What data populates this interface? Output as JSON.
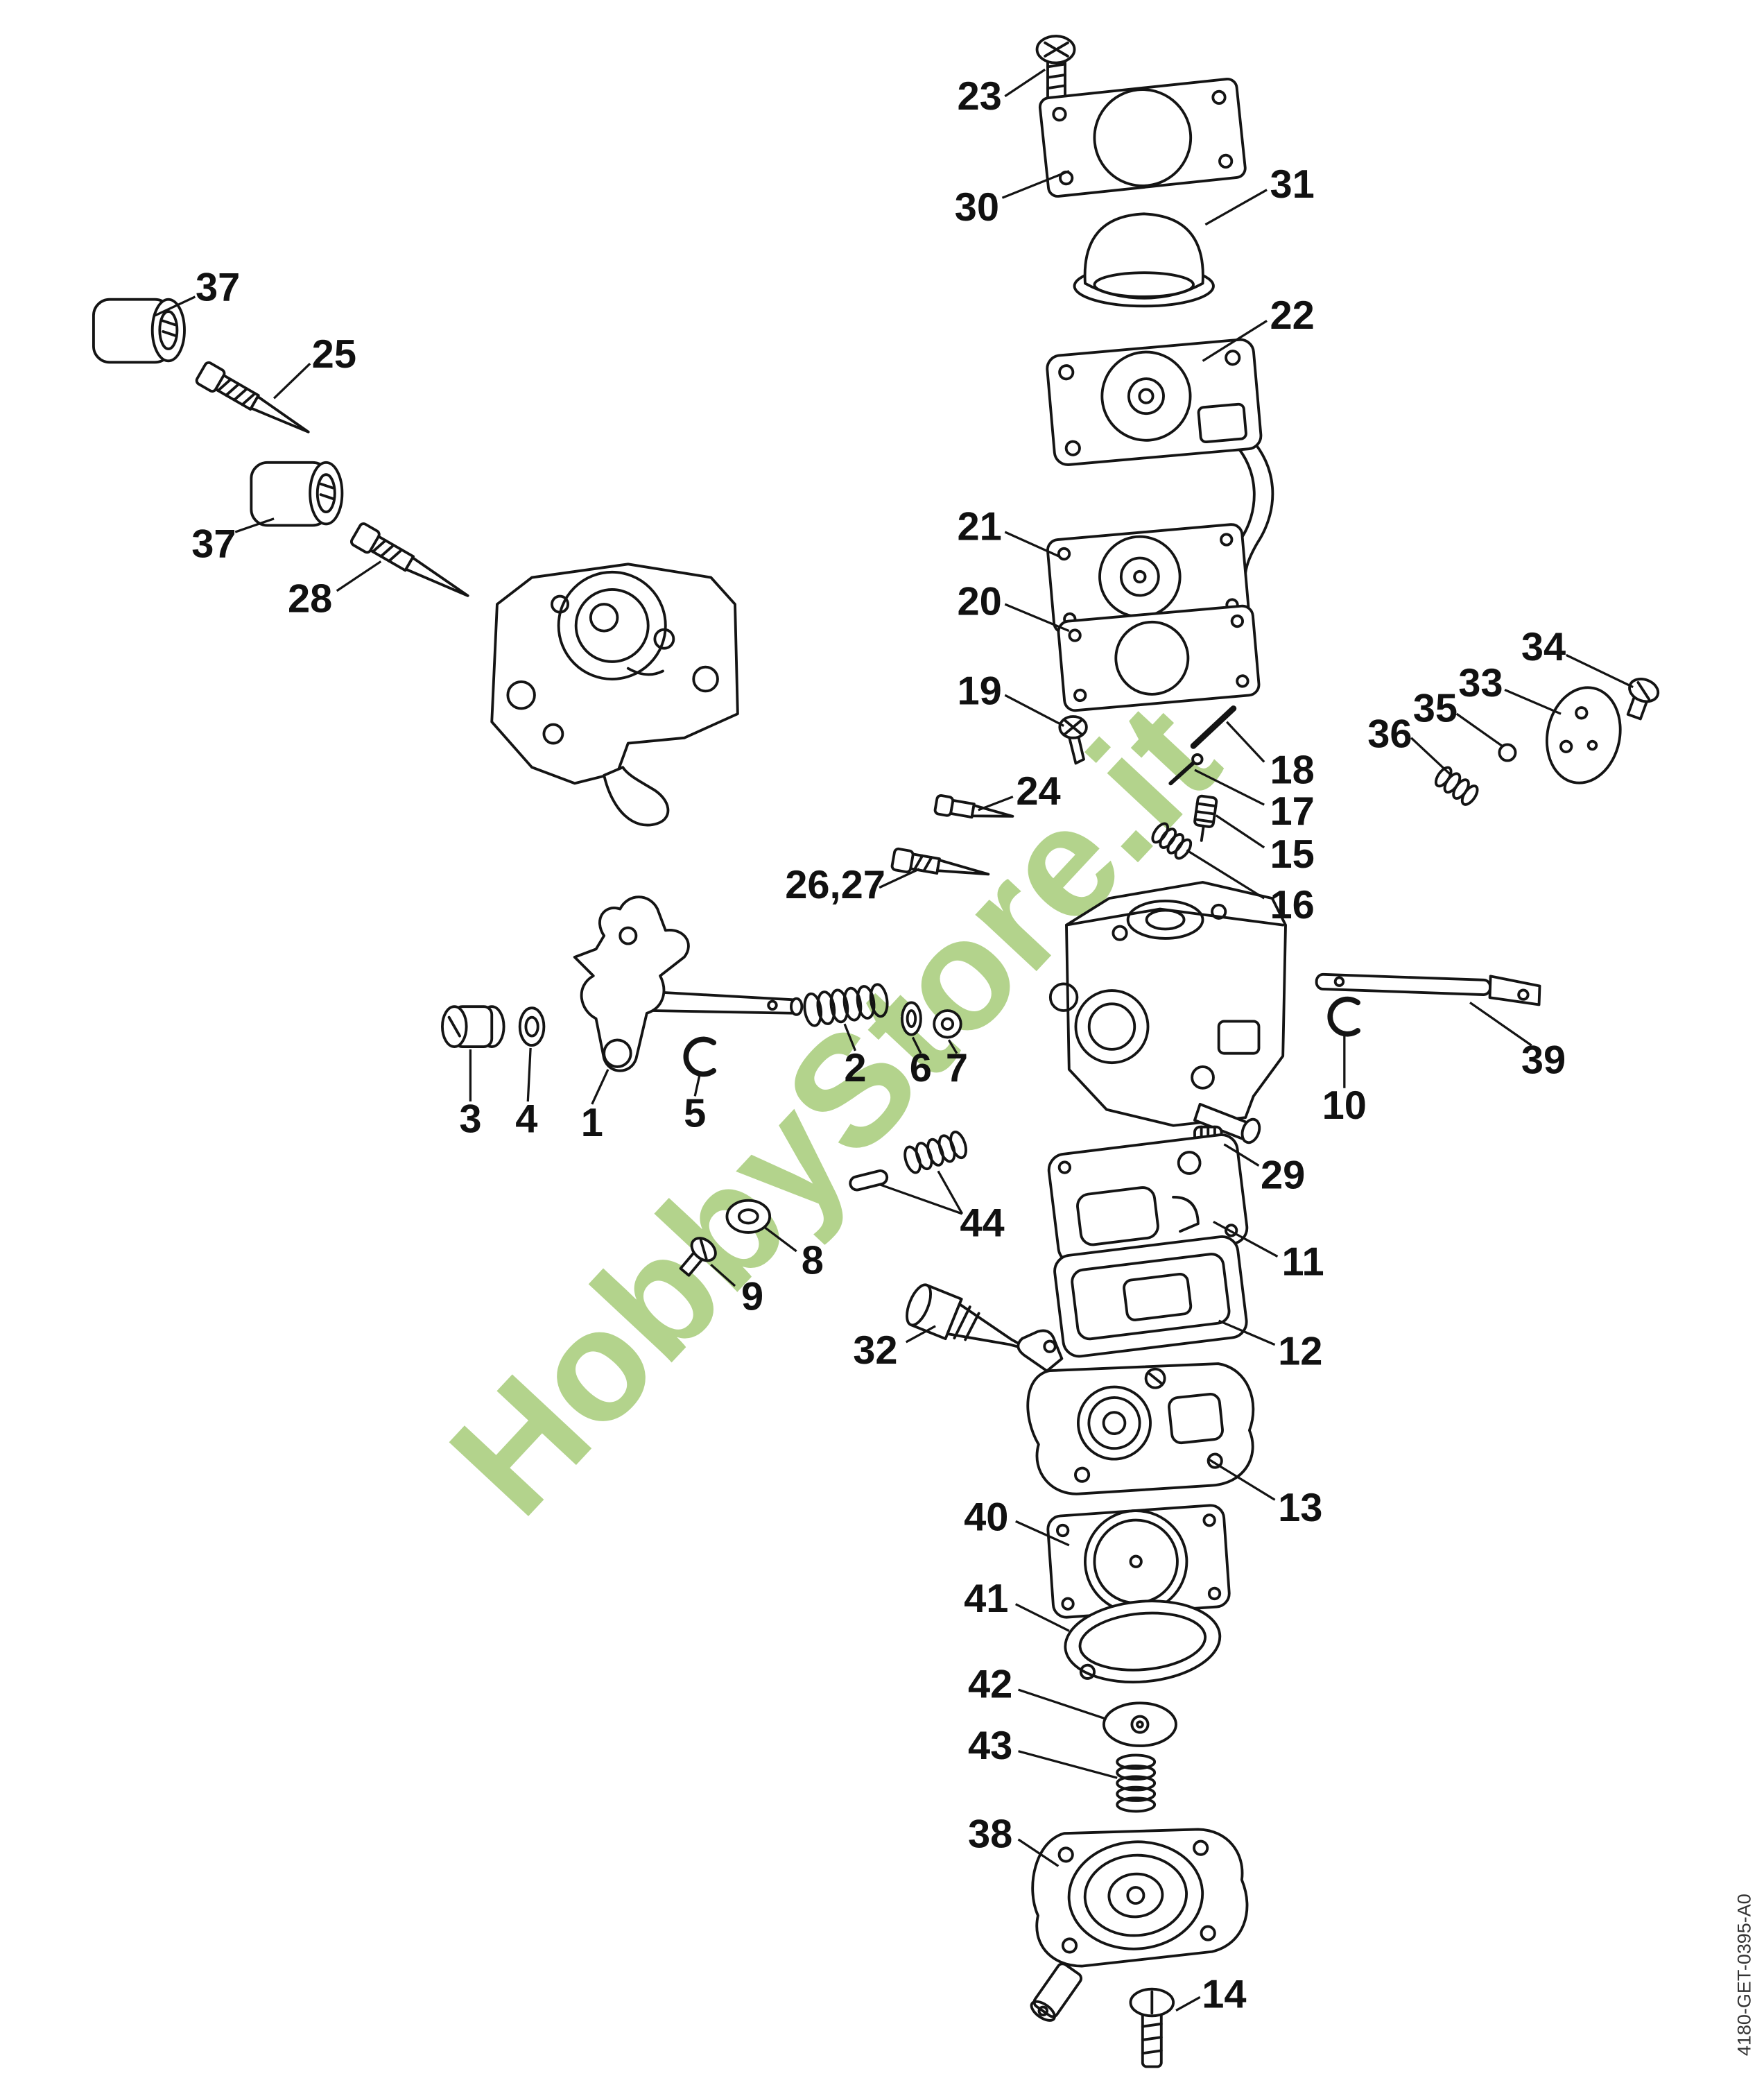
{
  "watermark": {
    "text": "HobbyStore.it",
    "color": "#a6cc78"
  },
  "doc_code": "4180-GET-0395-A0",
  "labels": {
    "p1": "1",
    "p2": "2",
    "p3": "3",
    "p4": "4",
    "p5": "5",
    "p6": "6",
    "p7": "7",
    "p8": "8",
    "p9": "9",
    "p10": "10",
    "p11": "11",
    "p12": "12",
    "p13": "13",
    "p14": "14",
    "p15": "15",
    "p16": "16",
    "p17": "17",
    "p18": "18",
    "p19": "19",
    "p20": "20",
    "p21": "21",
    "p22": "22",
    "p23": "23",
    "p24": "24",
    "p25": "25",
    "p2627": "26,27",
    "p28": "28",
    "p29": "29",
    "p30": "30",
    "p31": "31",
    "p32": "32",
    "p33": "33",
    "p34": "34",
    "p35": "35",
    "p36": "36",
    "p37a": "37",
    "p37b": "37",
    "p38": "38",
    "p39": "39",
    "p40": "40",
    "p41": "41",
    "p42": "42",
    "p43": "43",
    "p44": "44"
  }
}
